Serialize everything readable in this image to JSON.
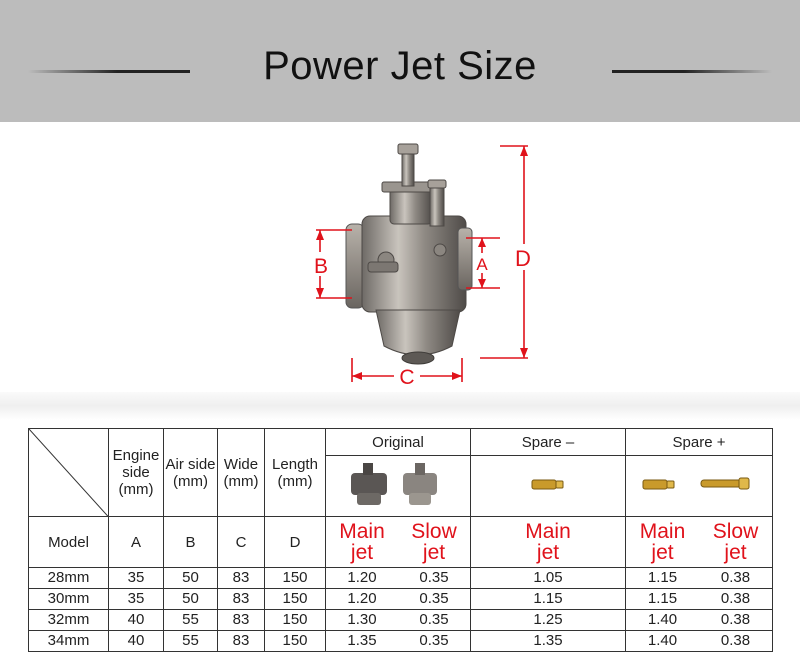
{
  "banner": {
    "title": "Power Jet Size"
  },
  "diagram": {
    "label_a": "A",
    "label_b": "B",
    "label_c": "C",
    "label_d": "D"
  },
  "table": {
    "headers": {
      "engine_side": "Engine side (mm)",
      "air_side": "Air side (mm)",
      "wide": "Wide (mm)",
      "length": "Length (mm)",
      "original": "Original",
      "spare_minus": "Spare –",
      "spare_plus": "Spare +"
    },
    "labels": {
      "model": "Model",
      "a": "A",
      "b": "B",
      "c": "C",
      "d": "D",
      "main_jet": "Main jet",
      "slow_jet": "Slow jet"
    },
    "rows": [
      {
        "model": "28mm",
        "a": "35",
        "b": "50",
        "c": "83",
        "d": "150",
        "orig_main": "1.20",
        "orig_slow": "0.35",
        "spare_minus_main": "1.05",
        "spare_plus_main": "1.15",
        "spare_plus_slow": "0.38"
      },
      {
        "model": "30mm",
        "a": "35",
        "b": "50",
        "c": "83",
        "d": "150",
        "orig_main": "1.20",
        "orig_slow": "0.35",
        "spare_minus_main": "1.15",
        "spare_plus_main": "1.15",
        "spare_plus_slow": "0.38"
      },
      {
        "model": "32mm",
        "a": "40",
        "b": "55",
        "c": "83",
        "d": "150",
        "orig_main": "1.30",
        "orig_slow": "0.35",
        "spare_minus_main": "1.25",
        "spare_plus_main": "1.40",
        "spare_plus_slow": "0.38"
      },
      {
        "model": "34mm",
        "a": "40",
        "b": "55",
        "c": "83",
        "d": "150",
        "orig_main": "1.35",
        "orig_slow": "0.35",
        "spare_minus_main": "1.35",
        "spare_plus_main": "1.40",
        "spare_plus_slow": "0.38"
      }
    ]
  }
}
